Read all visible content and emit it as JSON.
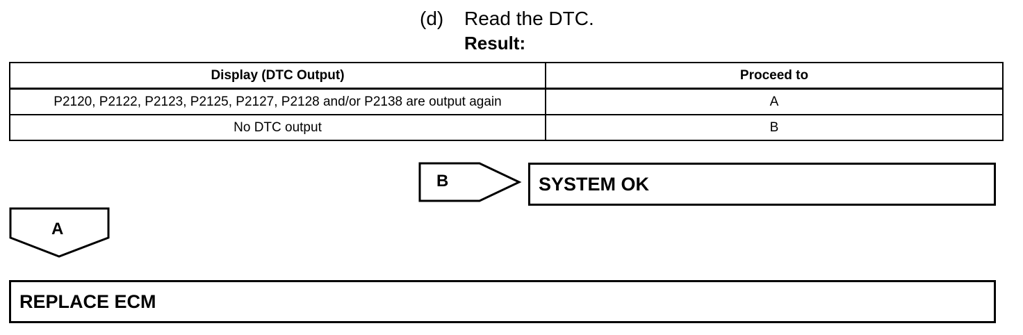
{
  "step": {
    "number": "(d)",
    "text": "Read the DTC.",
    "result_label": "Result:"
  },
  "table": {
    "headers": [
      "Display (DTC Output)",
      "Proceed to"
    ],
    "rows": [
      [
        "P2120, P2122, P2123, P2125, P2127, P2128 and/or P2138 are output again",
        "A"
      ],
      [
        "No DTC output",
        "B"
      ]
    ]
  },
  "flow": {
    "branch_b": {
      "label": "B",
      "result": "SYSTEM OK"
    },
    "branch_a": {
      "label": "A",
      "result": "REPLACE ECM"
    }
  }
}
